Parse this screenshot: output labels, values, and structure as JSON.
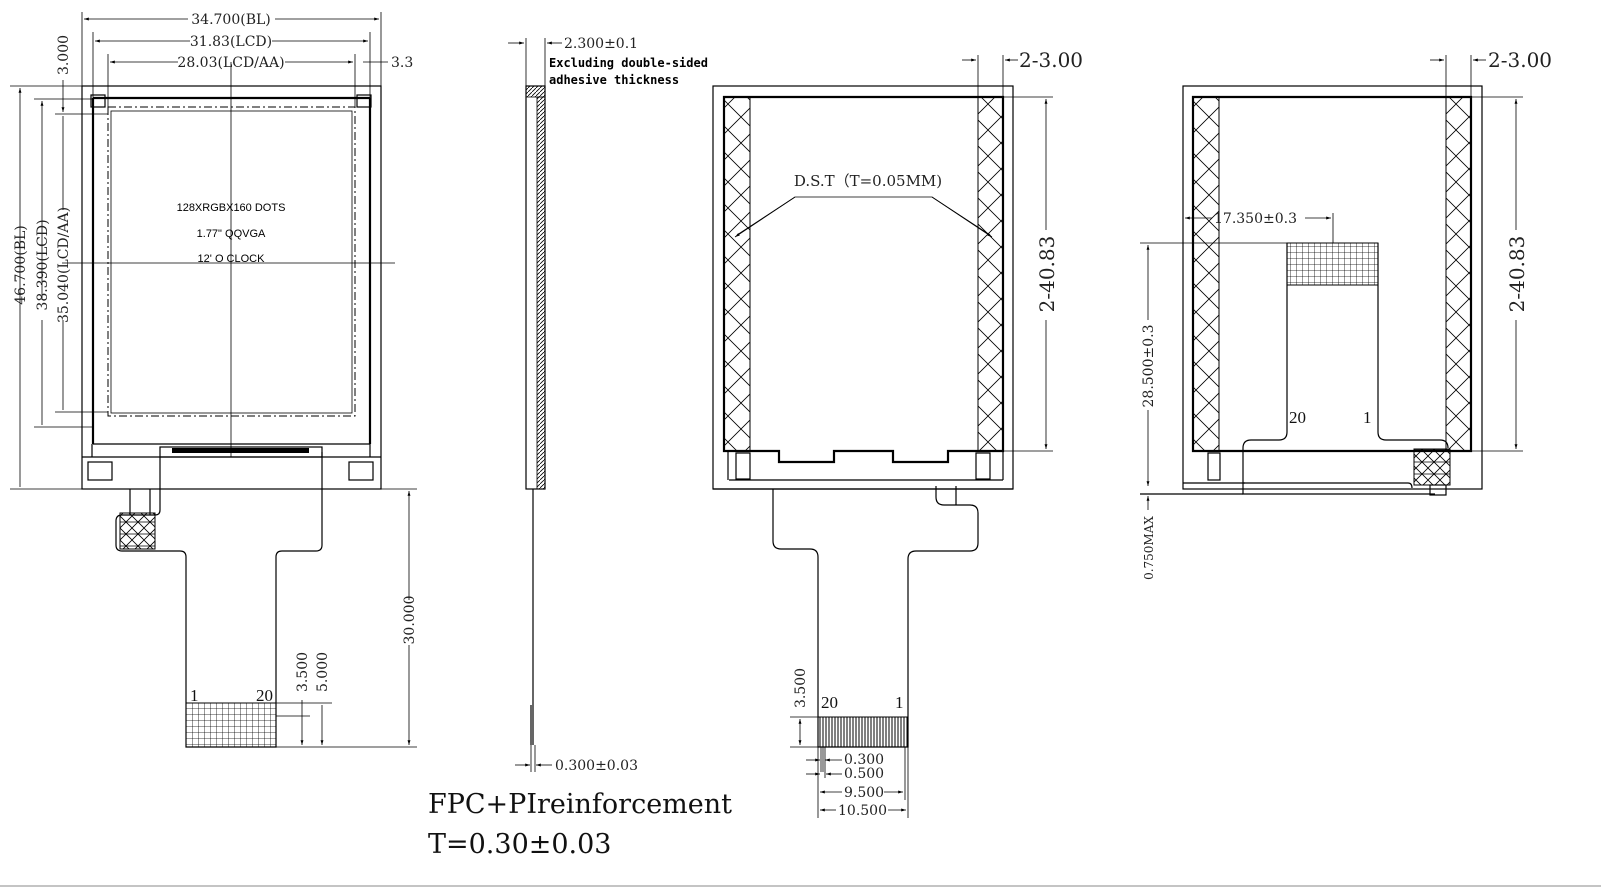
{
  "front_view": {
    "dim_width_bl": "34.700(BL)",
    "dim_width_lcd": "31.83(LCD)",
    "dim_width_aa": "28.03(LCD/AA)",
    "dim_right_offset": "3.3",
    "dim_top_offset": "3.000",
    "dim_height_bl": "46.700(BL)",
    "dim_height_lcd": "38.390(LCD)",
    "dim_height_aa": "35.040(LCD/AA)",
    "resolution_label": "128XRGBX160 DOTS",
    "size_label": "1.77\" QQVGA",
    "viewing_label": "12' O CLOCK",
    "fpc_length": "30.000",
    "contact_dim_1": "3.500",
    "contact_dim_2": "5.000",
    "pin_first": "1",
    "pin_last": "20"
  },
  "side_view": {
    "thickness": "2.300±0.1",
    "note_line1": "Excluding double-sided",
    "note_line2": "adhesive thickness",
    "fpc_thickness": "0.300±0.03"
  },
  "back_view": {
    "tape_width": "2-3.00",
    "tape_height": "2-40.83",
    "dst_label": "D.S.T（T=0.05MM)",
    "contact_length": "3.500",
    "pin_first": "1",
    "pin_last": "20",
    "pitch_width": "0.300",
    "pitch": "0.500",
    "contact_span": "9.500",
    "fpc_width": "10.500"
  },
  "folded_view": {
    "tape_width": "2-3.00",
    "tape_height": "2-40.83",
    "fpc_offset": "17.350±0.3",
    "fpc_height": "28.500±0.3",
    "fold_max": "0.750MAX",
    "pin_first": "1",
    "pin_last": "20"
  },
  "notes": {
    "reinforcement": "FPC+PIreinforcement",
    "thickness": "T=0.30±0.03"
  }
}
